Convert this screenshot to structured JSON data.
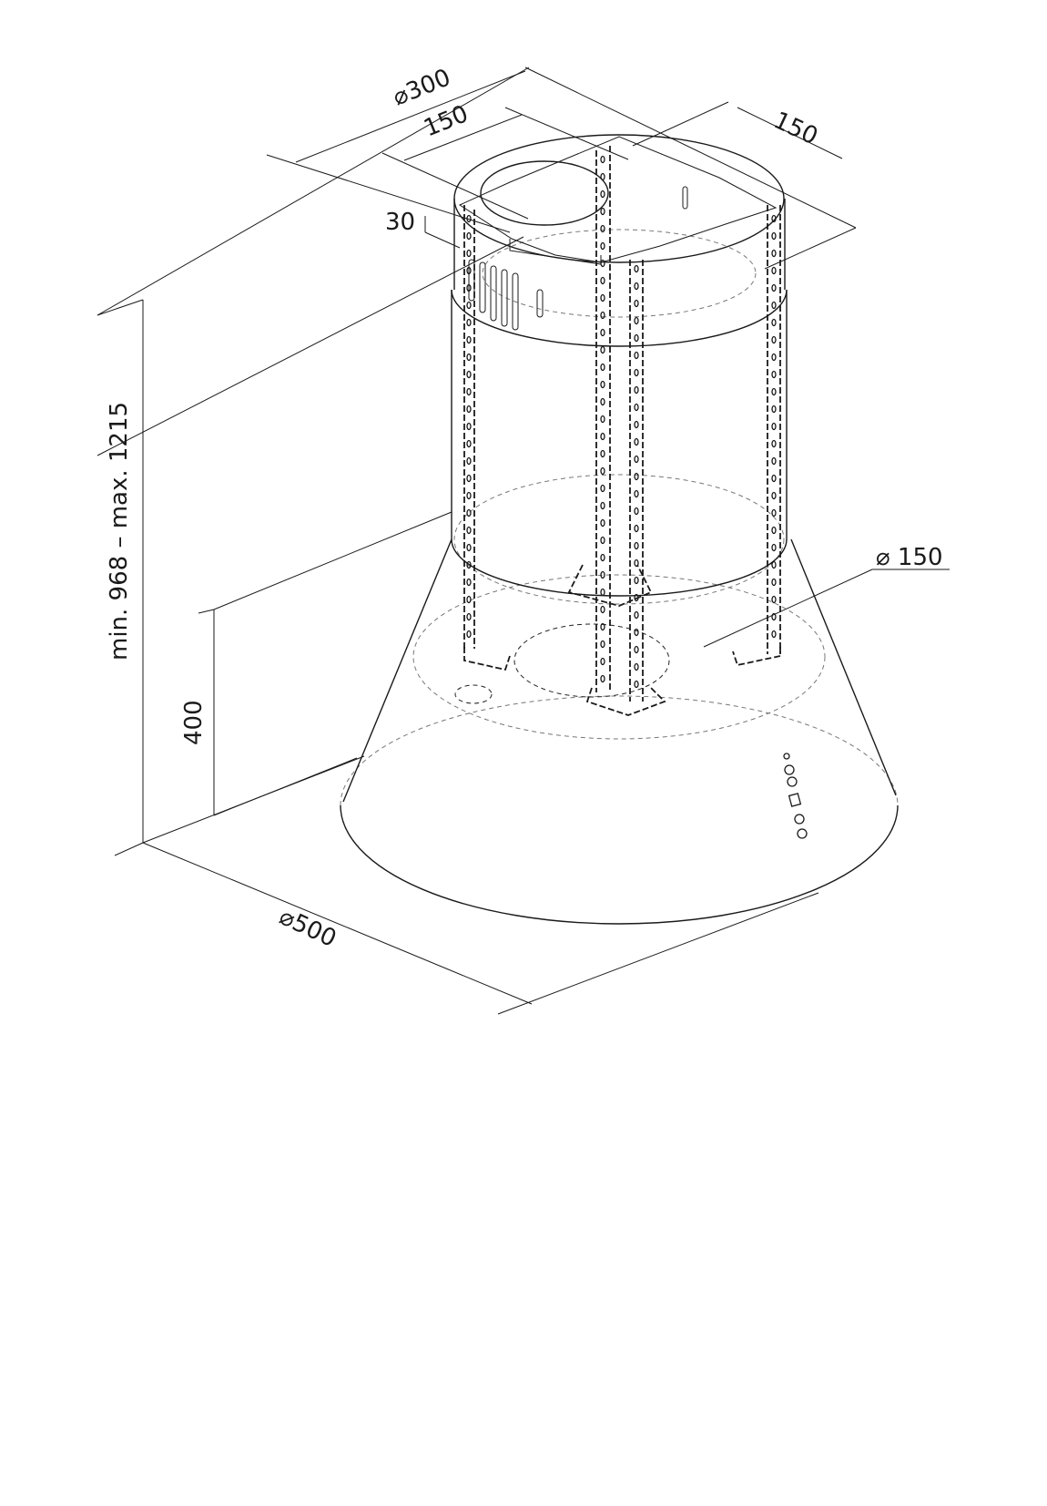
{
  "dimensions": {
    "top_diameter": "⌀300",
    "top_depth_left": "150",
    "top_depth_right": "150",
    "collar_height": "30",
    "total_height": "min. 968 – max. 1215",
    "canopy_height": "400",
    "outlet_diameter": "⌀ 150",
    "bottom_diameter": "⌀500"
  }
}
